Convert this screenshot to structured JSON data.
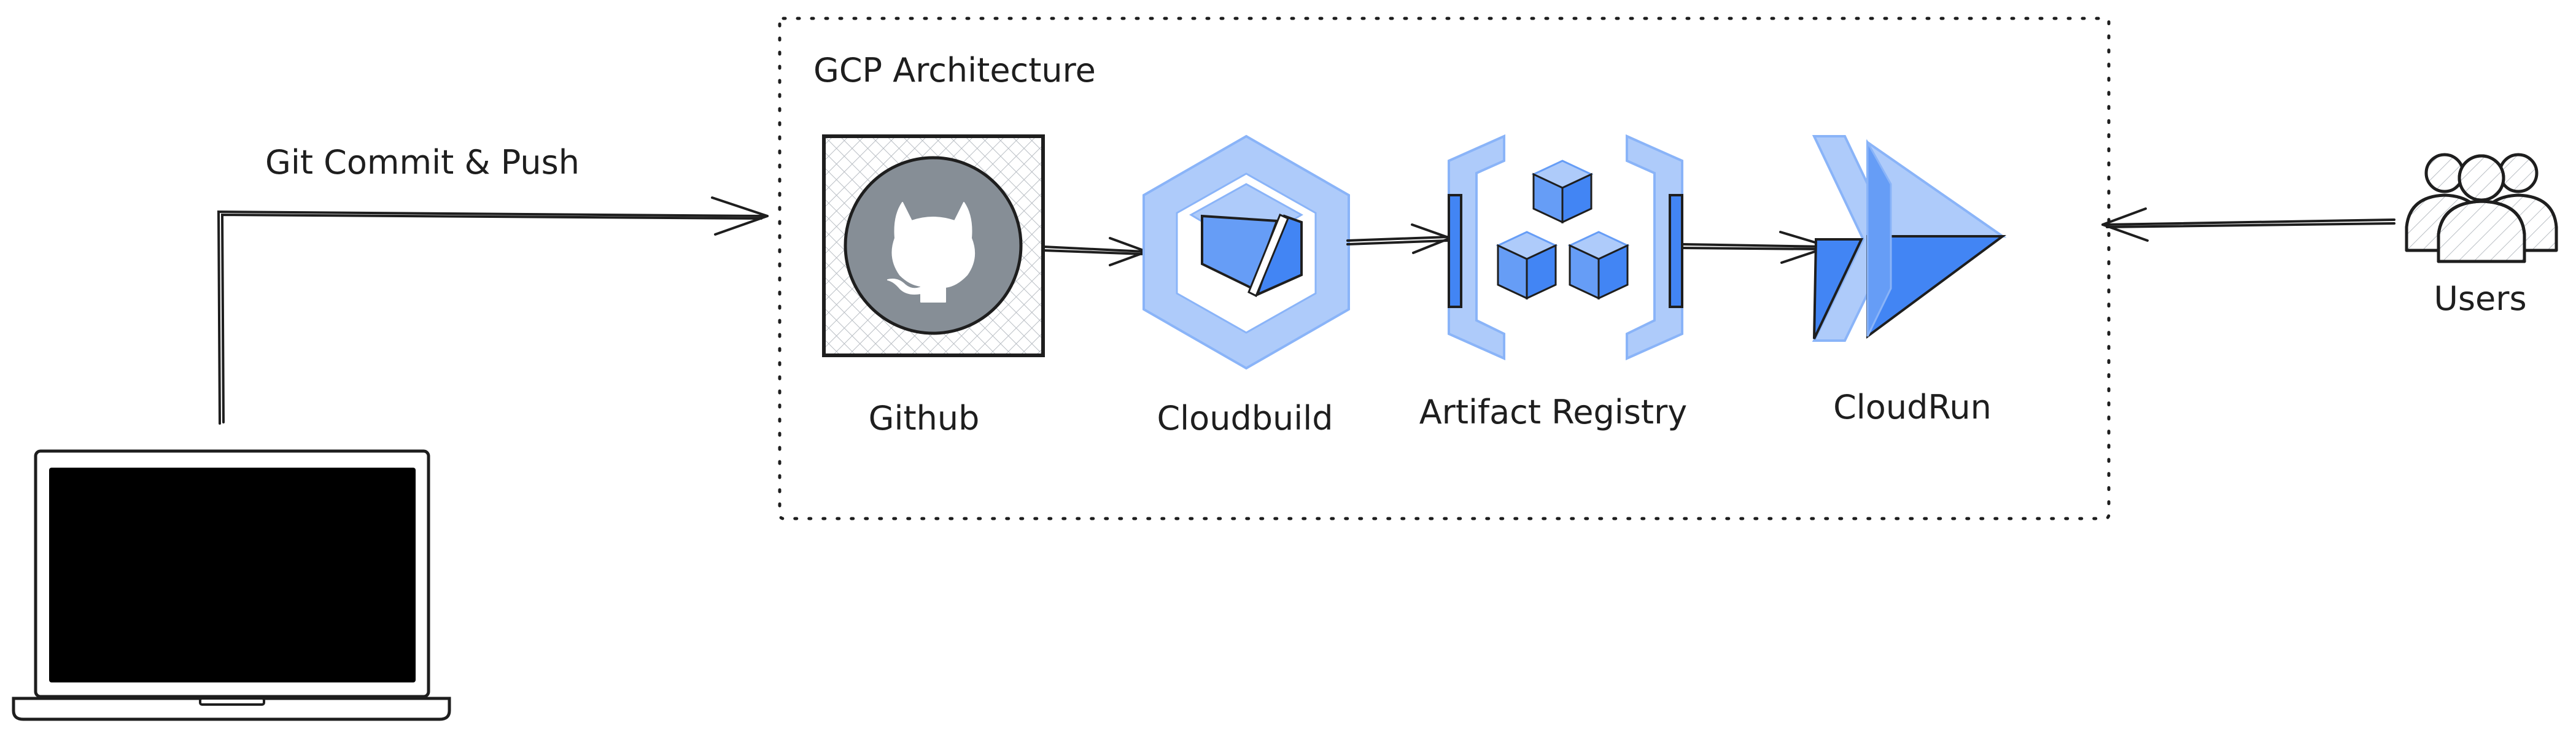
{
  "diagram": {
    "group_title": "GCP Architecture",
    "edge_label": "Git Commit & Push",
    "nodes": {
      "github": {
        "label": "Github",
        "icon": "github-icon"
      },
      "cloudbuild": {
        "label": "Cloudbuild",
        "icon": "cloudbuild-icon"
      },
      "artifact_registry": {
        "label": "Artifact Registry",
        "icon": "artifact-registry-icon"
      },
      "cloudrun": {
        "label": "CloudRun",
        "icon": "cloudrun-icon"
      },
      "users": {
        "label": "Users",
        "icon": "users-icon"
      },
      "laptop": {
        "label": "",
        "icon": "laptop-icon"
      }
    },
    "edges": [
      {
        "from": "laptop",
        "to": "gcp-architecture",
        "label": "Git Commit & Push"
      },
      {
        "from": "github",
        "to": "cloudbuild",
        "label": ""
      },
      {
        "from": "cloudbuild",
        "to": "artifact_registry",
        "label": ""
      },
      {
        "from": "artifact_registry",
        "to": "cloudrun",
        "label": ""
      },
      {
        "from": "users",
        "to": "gcp-architecture",
        "label": ""
      }
    ],
    "colors": {
      "stroke": "#1e1e1e",
      "gcp_light_blue": "#aecbfa",
      "gcp_mid_blue": "#669df6",
      "gcp_dark_blue": "#4285f4",
      "github_grey": "#868e96",
      "laptop_screen": "#000000"
    }
  }
}
